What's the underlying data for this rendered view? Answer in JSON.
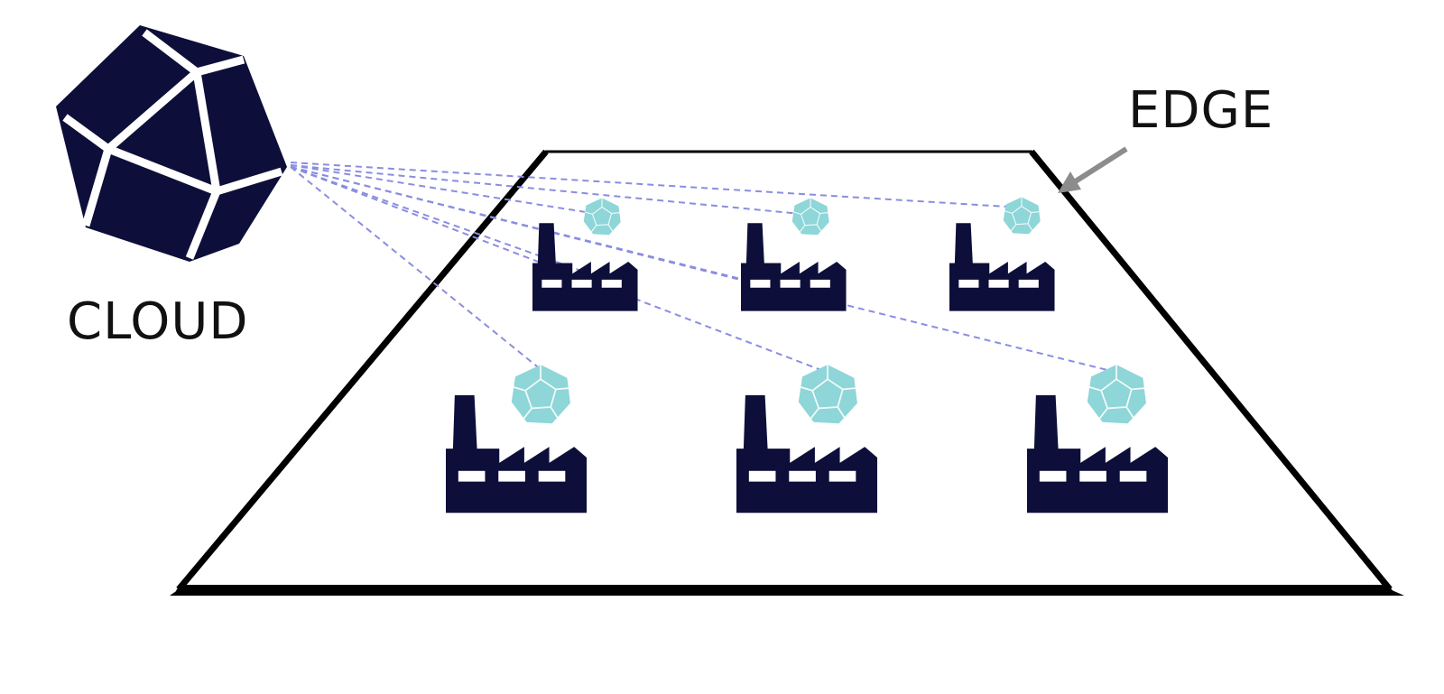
{
  "labels": {
    "cloud": "CLOUD",
    "edge": "EDGE"
  },
  "icons": {
    "cloud": "cloud-dodecahedron-icon",
    "edge_node": "edge-node-dodecahedron-icon",
    "factory": "factory-icon",
    "arrow": "arrow-icon"
  },
  "factories": [
    {
      "row": "back",
      "name": "factory-back-1"
    },
    {
      "row": "back",
      "name": "factory-back-2"
    },
    {
      "row": "back",
      "name": "factory-back-3"
    },
    {
      "row": "front",
      "name": "factory-front-1"
    },
    {
      "row": "front",
      "name": "factory-front-2"
    },
    {
      "row": "front",
      "name": "factory-front-3"
    }
  ],
  "colors": {
    "dark_navy": "#0d0f3a",
    "edge_node": "#8ed6d8",
    "connection_line": "#8a8de0",
    "arrow": "#8c8c8c",
    "platform_border": "#000000"
  }
}
